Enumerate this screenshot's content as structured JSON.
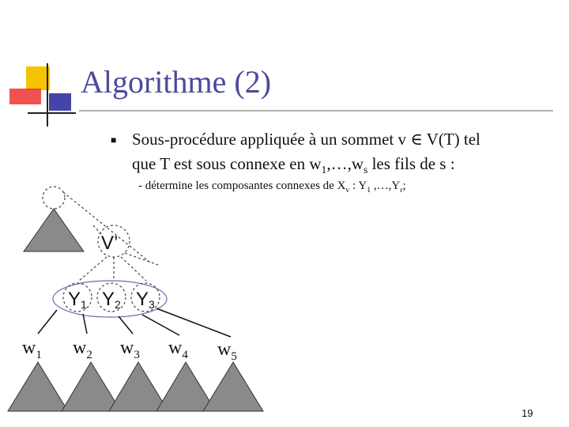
{
  "slide": {
    "title": "Algorithme (2)",
    "bullet": {
      "marker": "■",
      "line1": "Sous-procédure appliquée à un sommet v ∈ V(T) tel",
      "line2": {
        "text_a": "que T est sous connexe en w",
        "sub_a": "1",
        "text_b": ",…,w",
        "sub_b": "s",
        "text_c": " les fils de s :"
      },
      "subline": {
        "text_a": "- détermine les composantes connexes de X",
        "sub_a": "v",
        "text_b": " : Y",
        "sub_b": "1",
        "text_c": " ,…,Y",
        "sub_c": "r",
        "text_d": ";"
      }
    },
    "page_number": "19"
  },
  "diagram": {
    "vprime_label": "V’",
    "y_nodes": [
      {
        "letter": "Y",
        "index": "1"
      },
      {
        "letter": "Y",
        "index": "2"
      },
      {
        "letter": "Y",
        "index": "3"
      }
    ],
    "w_nodes": [
      {
        "letter": "w",
        "index": "1"
      },
      {
        "letter": "w",
        "index": "2"
      },
      {
        "letter": "w",
        "index": "3"
      },
      {
        "letter": "w",
        "index": "4"
      },
      {
        "letter": "w",
        "index": "5"
      }
    ]
  },
  "colors": {
    "title": "#4a4a9a",
    "logo_yellow": "#f5c400",
    "logo_red": "#ee3333",
    "logo_blue": "#3333aa",
    "triangle_fill": "#8a8a8a",
    "ellipse_stroke": "#6a6ab0"
  }
}
